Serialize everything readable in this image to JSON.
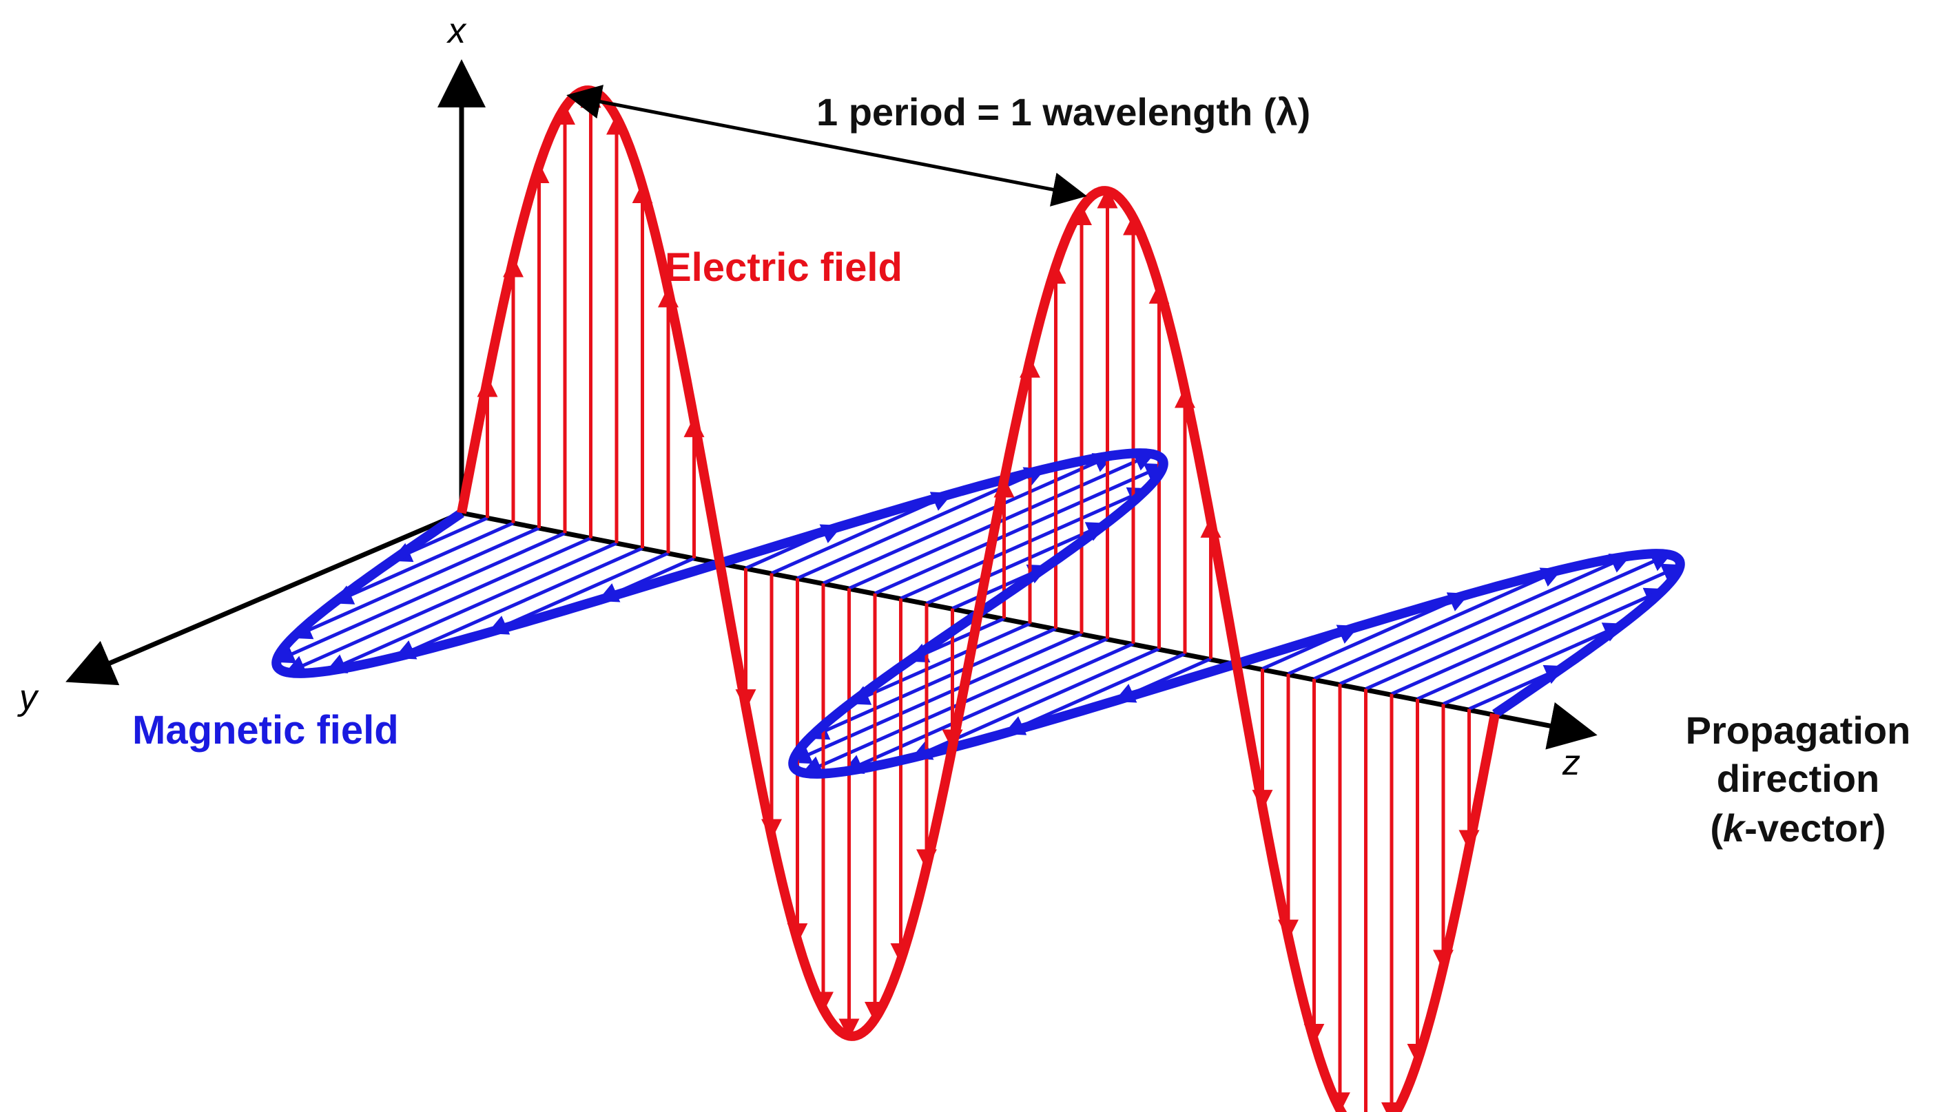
{
  "axes": {
    "x_label": "x",
    "y_label": "y",
    "z_label": "z"
  },
  "wavelength_label": "1 period = 1 wavelength (λ)",
  "electric_label": "Electric field",
  "magnetic_label": "Magnetic field",
  "propagation": {
    "line1": "Propagation",
    "line2": "direction",
    "line3_k": "k",
    "line3_rest": "-vector)"
  },
  "colors": {
    "electric": "#e8101a",
    "magnetic": "#1a1ae0",
    "axis": "#000000"
  },
  "wave": {
    "periods_shown": 2,
    "field_relation": "electric ⟂ magnetic ⟂ propagation"
  }
}
